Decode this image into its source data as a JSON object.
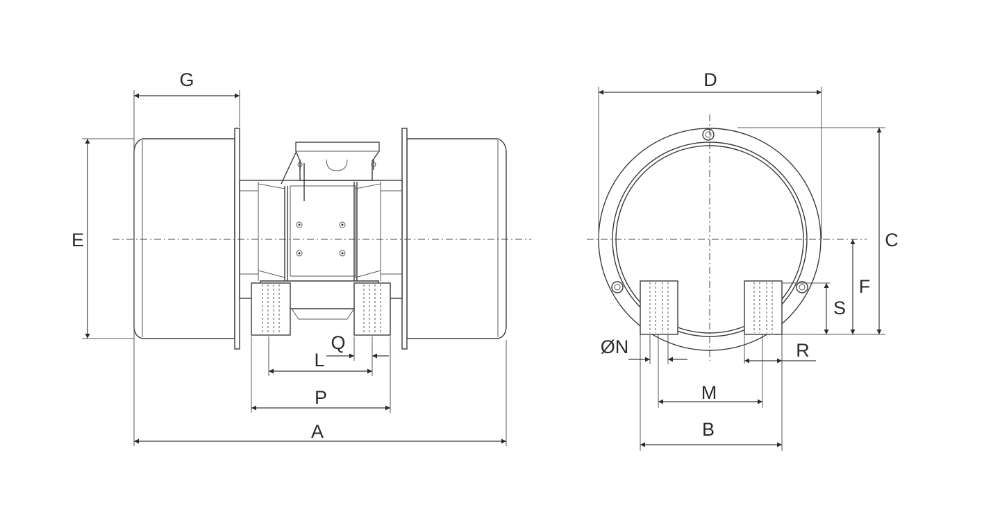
{
  "dimension_labels": {
    "A": "A",
    "B": "B",
    "C": "C",
    "D": "D",
    "E": "E",
    "F": "F",
    "G": "G",
    "L": "L",
    "M": "M",
    "N": "ØN",
    "P": "P",
    "Q": "Q",
    "R": "R",
    "S": "S"
  },
  "colors": {
    "line": "#3a3a3a",
    "background": "#ffffff"
  }
}
